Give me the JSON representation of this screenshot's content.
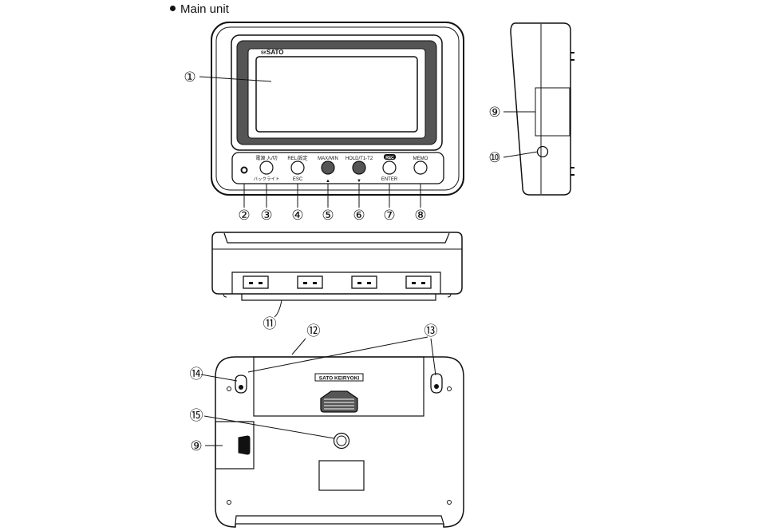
{
  "heading": "Main unit",
  "brand": {
    "logo_text": "SATO",
    "bottom_label": "SATO KEIRYOKI"
  },
  "buttons": {
    "power_top": "電源 入/切",
    "power_bottom": "バックライト",
    "rel_top": "REL/設定",
    "rel_bottom": "ESC",
    "maxmin_top": "MAX/MIN",
    "maxmin_bottom": "▲",
    "hold_top": "HOLD/T1-T2",
    "hold_bottom": "▼",
    "rec_top": "REC",
    "rec_bottom": "ENTER",
    "memo_top": "MEMO"
  },
  "callouts": {
    "c1": "①",
    "c2": "②",
    "c3": "③",
    "c4": "④",
    "c5": "⑤",
    "c6": "⑥",
    "c7": "⑦",
    "c8": "⑧",
    "c9_side": "⑨",
    "c10": "⑩",
    "c11": "⑪",
    "c12": "⑫",
    "c13": "⑬",
    "c14": "⑭",
    "c15": "⑮",
    "c9_back": "⑨"
  }
}
